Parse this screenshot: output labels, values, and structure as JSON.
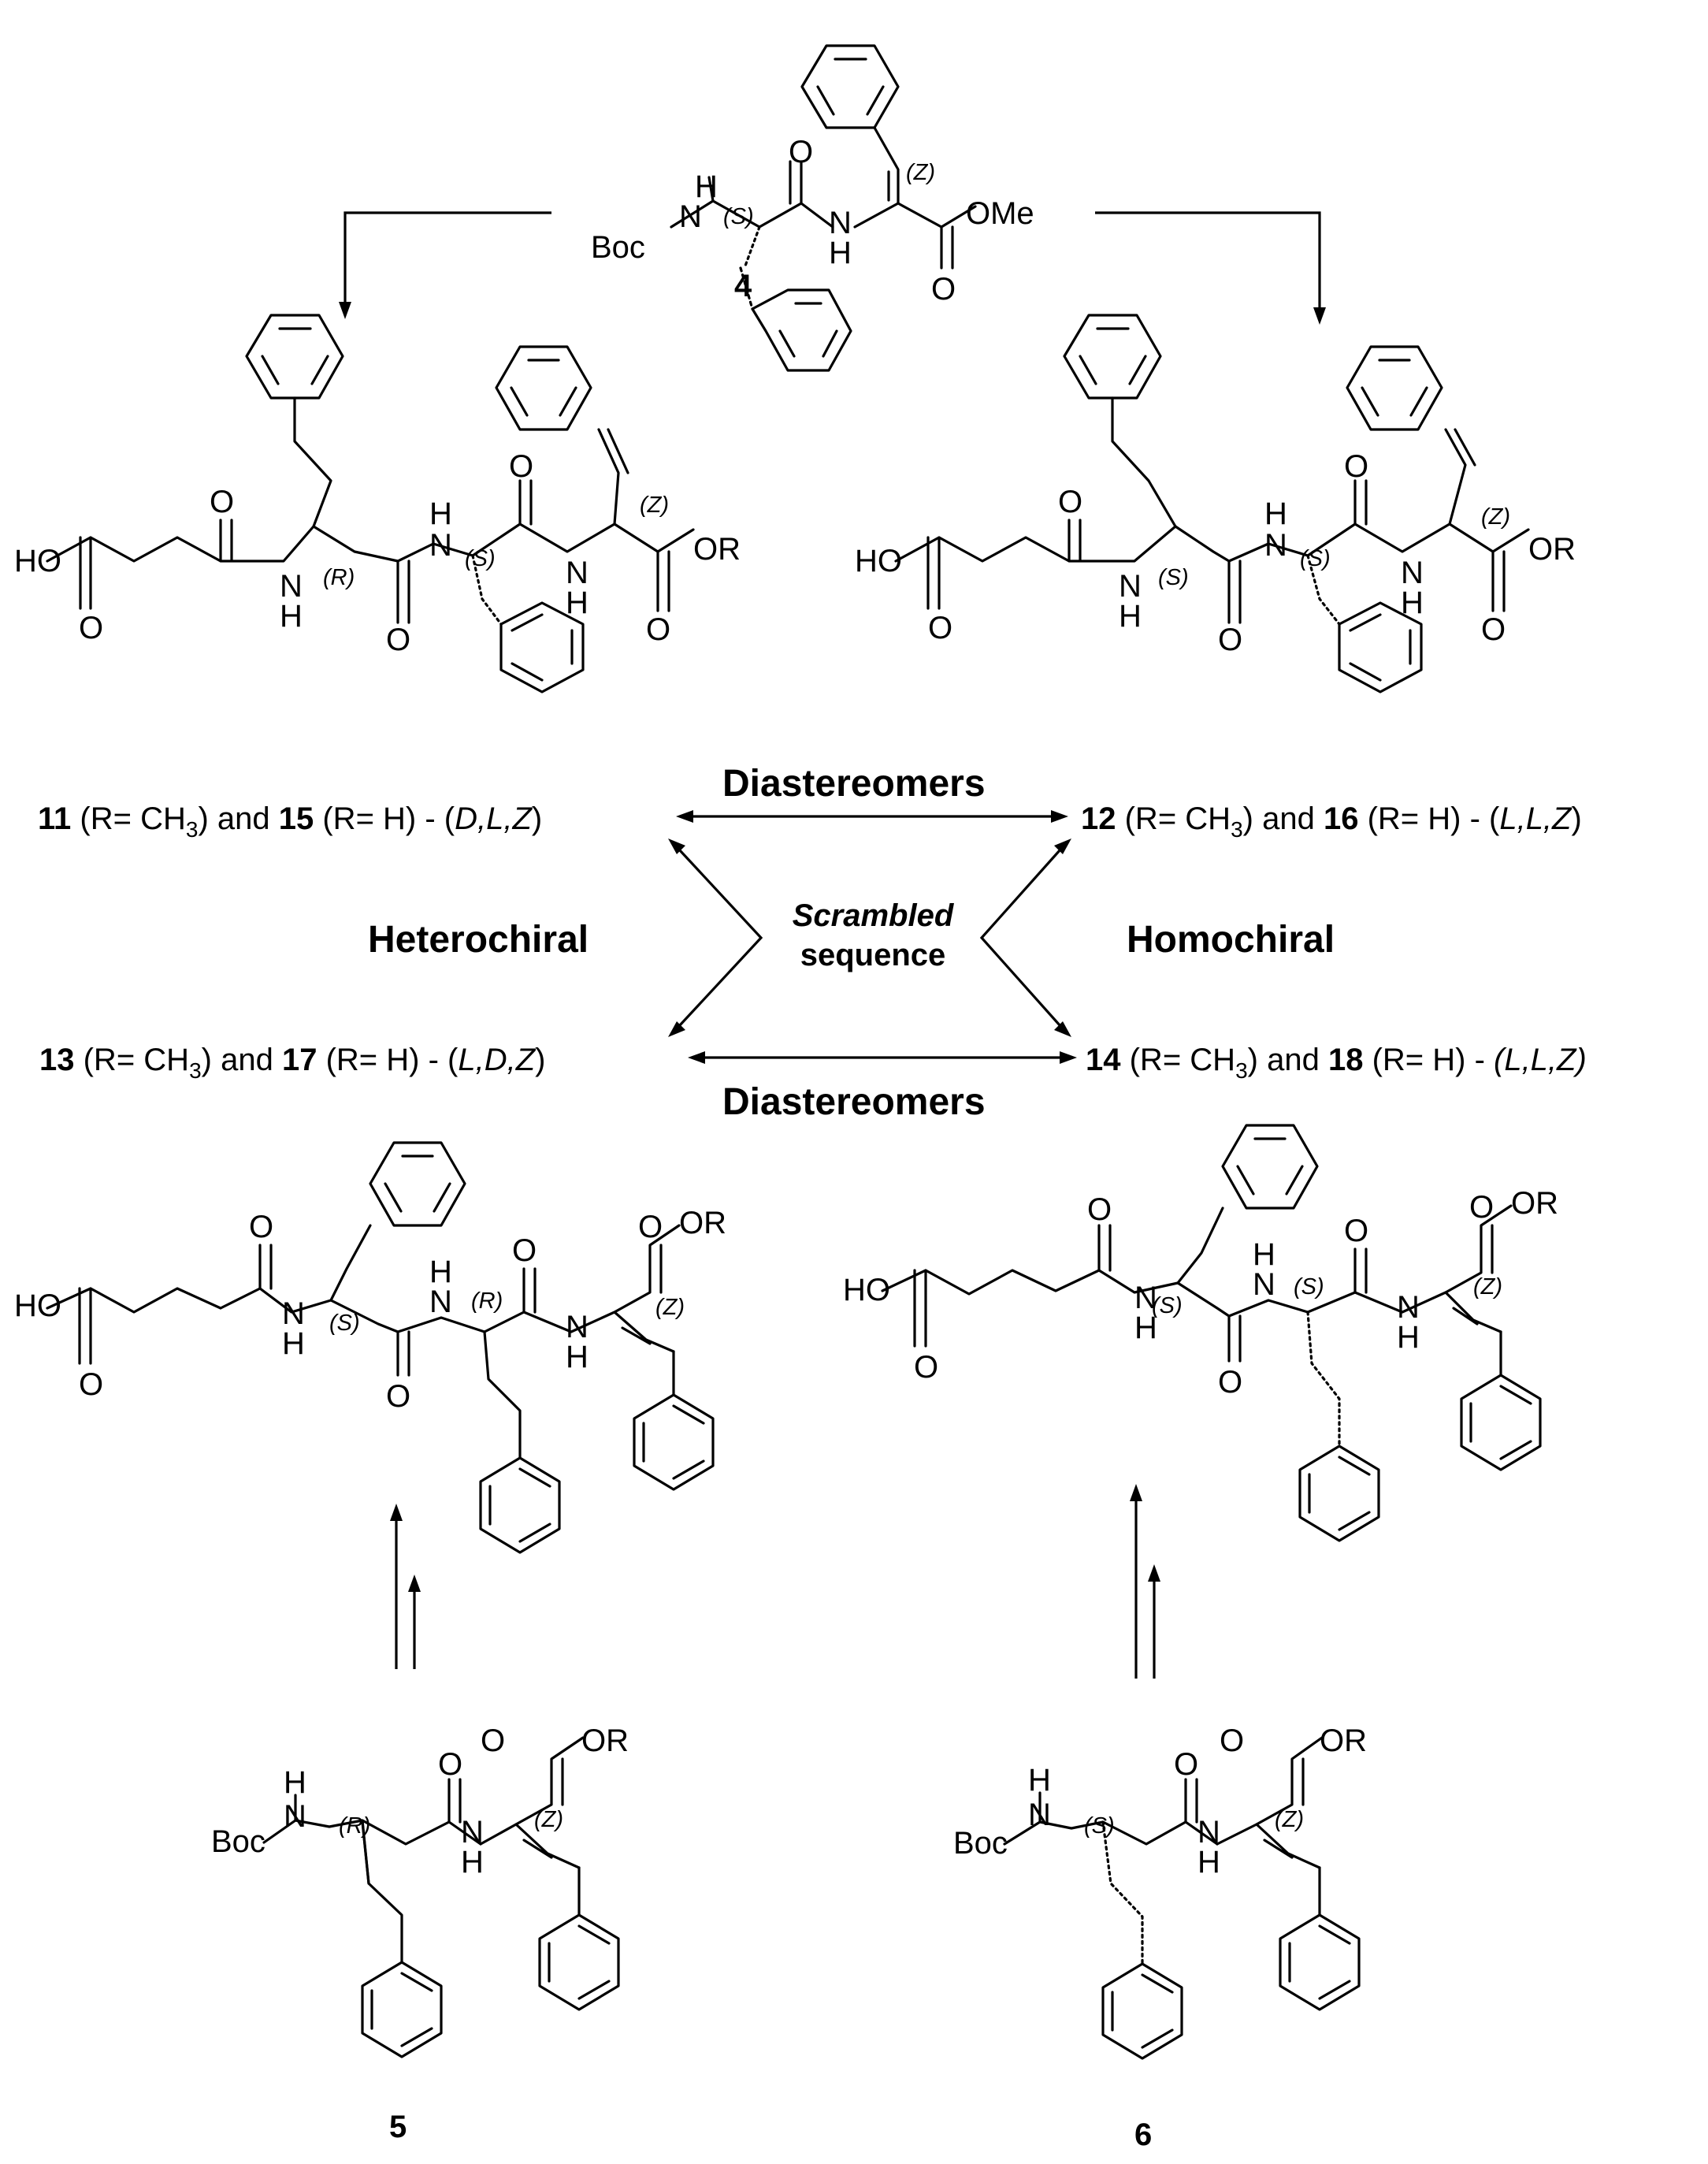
{
  "compounds": {
    "c4": {
      "id": "4"
    },
    "c5": {
      "id": "5"
    },
    "c6": {
      "id": "6"
    }
  },
  "captions": {
    "dlz": {
      "a": "11",
      "a_r": " (R= CH",
      "sub": "3",
      "mid": ") and ",
      "b": "15",
      "b_r": " (R= H) - (",
      "cfg": "D,L,Z",
      "end": ")"
    },
    "llz_top": {
      "a": "12",
      "a_r": " (R= CH",
      "sub": "3",
      "mid": ") and ",
      "b": "16",
      "b_r": " (R= H) - (",
      "cfg": "L,L,Z",
      "end": ")"
    },
    "ldz": {
      "a": "13",
      "a_r": " (R= CH",
      "sub": "3",
      "mid": ") and ",
      "b": "17",
      "b_r": " (R= H) - (",
      "cfg": "L,D,Z",
      "end": ")"
    },
    "llz_bottom": {
      "a": "14",
      "a_r": " (R= CH",
      "sub": "3",
      "mid": ") and ",
      "b": "18",
      "b_r": " (R= H) - ",
      "cfg": "(L,L,Z)",
      "end": ""
    }
  },
  "headings": {
    "diastereomers_top": "Diastereomers",
    "diastereomers_bottom": "Diastereomers",
    "heterochiral": "Heterochiral",
    "homochiral": "Homochiral",
    "scrambled": "Scrambled",
    "sequence": "sequence"
  },
  "atoms": {
    "boc": "Boc",
    "n": "N",
    "h": "H",
    "o": "O",
    "ho": "HO",
    "ome": "OMe",
    "or": "OR"
  },
  "stereo": {
    "s": "(S)",
    "r": "(R)",
    "z": "(Z)"
  }
}
